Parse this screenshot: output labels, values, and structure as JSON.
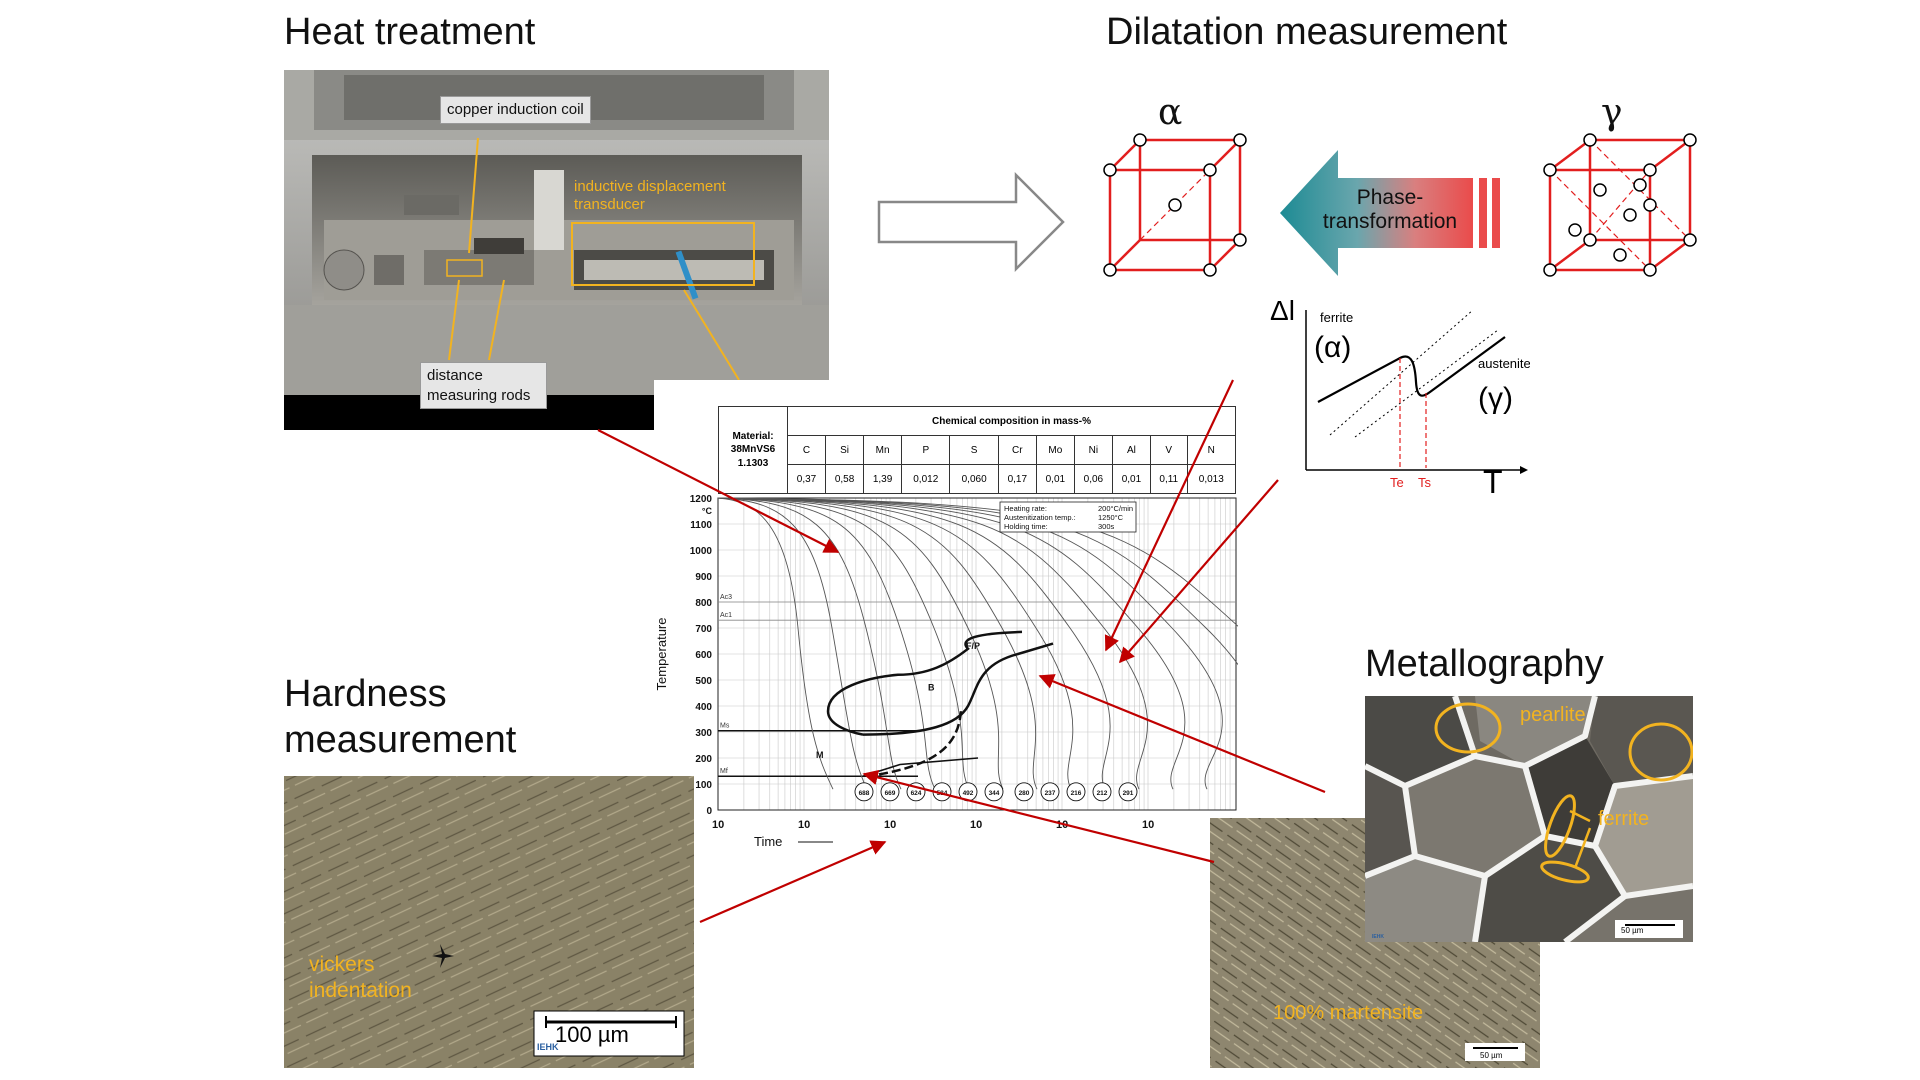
{
  "titles": {
    "heat_treatment": "Heat treatment",
    "dilatation": "Dilatation measurement",
    "hardness": "Hardness measurement",
    "metallography": "Metallography"
  },
  "heat_photo": {
    "coil_label": "copper induction coil",
    "rods_label": "distance measuring rods",
    "transducer_label": "inductive displacement transducer"
  },
  "dilatation": {
    "alpha": "α",
    "gamma": "γ",
    "arrow_label_1": "Phase-",
    "arrow_label_2": "transformation",
    "graph": {
      "ylabel": "Δl",
      "xlabel": "T",
      "ferrite": "ferrite",
      "ferrite_symbol": "(α)",
      "austenite": "austenite",
      "austenite_symbol": "(γ)",
      "te": "Te",
      "ts": "Ts"
    }
  },
  "cct": {
    "material_label": "Material:",
    "material_name": "38MnVS6",
    "material_number": "1.1303",
    "composition_title": "Chemical composition in mass-%",
    "elements": [
      "C",
      "Si",
      "Mn",
      "P",
      "S",
      "Cr",
      "Mo",
      "Ni",
      "Al",
      "V",
      "N"
    ],
    "values": [
      "0,37",
      "0,58",
      "1,39",
      "0,012",
      "0,060",
      "0,17",
      "0,01",
      "0,06",
      "0,01",
      "0,11",
      "0,013"
    ],
    "info_labels": [
      "Heating rate:",
      "Austenitization temp.:",
      "Holding time:"
    ],
    "info_values": [
      "200°C/min",
      "1250°C",
      "300s"
    ],
    "ylabel": "Temperature",
    "xlabel": "Time",
    "yunit": "°C",
    "yticks": [
      "1200",
      "1100",
      "1000",
      "900",
      "800",
      "700",
      "600",
      "500",
      "400",
      "300",
      "200",
      "100",
      "0"
    ],
    "xticks": [
      "10",
      "10",
      "10",
      "10",
      "10",
      "10"
    ],
    "region_labels": [
      "F/P",
      "B",
      "M"
    ],
    "line_labels": [
      "Ms",
      "Mf",
      "Ac3",
      "Ac1"
    ],
    "hardness_values": [
      "688",
      "669",
      "624",
      "584",
      "492",
      "344",
      "280",
      "237",
      "216",
      "212",
      "291"
    ]
  },
  "hardness_photo": {
    "indent_label": "vickers indentation",
    "scale": "100 µm",
    "logo": "IEHK"
  },
  "metallo": {
    "pearlite": "pearlite",
    "ferrite": "ferrite",
    "martensite": "100% martensite",
    "scale_top": "50 µm",
    "scale_bottom": "50 µm"
  },
  "colors": {
    "red": "#e21e1e",
    "arrow_red": "#c00000",
    "yellow": "#f2b320",
    "teal": "#2a8a93"
  }
}
